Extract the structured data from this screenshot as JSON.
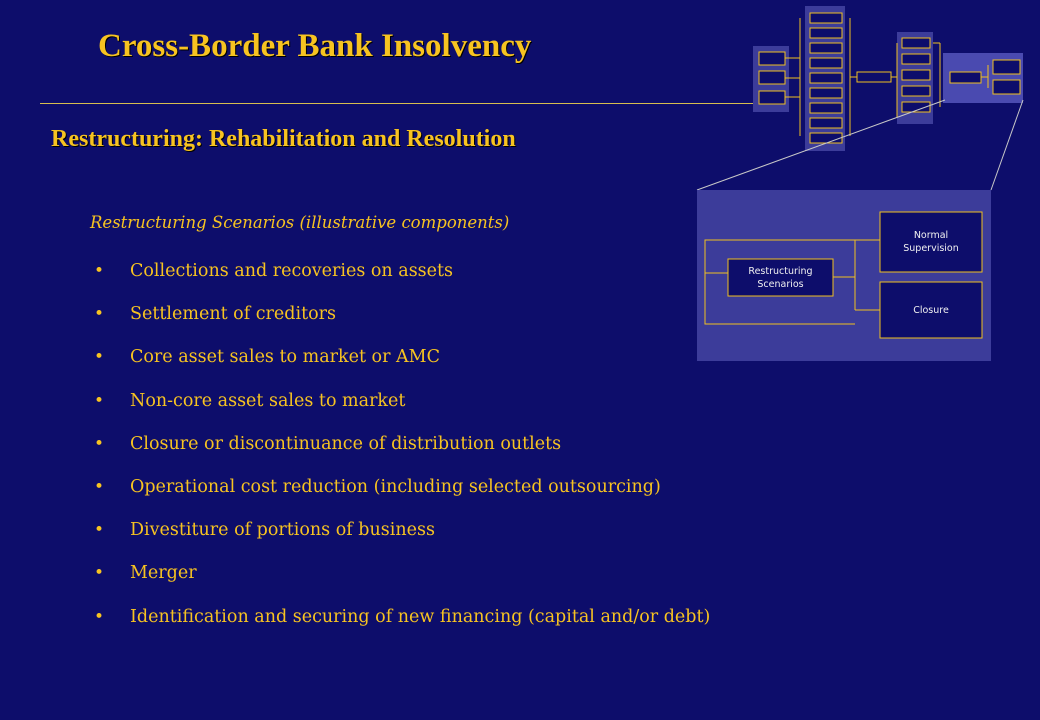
{
  "slide": {
    "title": "Cross-Border Bank Insolvency",
    "subtitle": "Restructuring: Rehabilitation and Resolution",
    "intro": "Restructuring Scenarios (illustrative components)",
    "bullets": [
      "Collections and recoveries on assets",
      "Settlement of creditors",
      "Core asset sales to market or AMC",
      "Non-core asset sales to market",
      "Closure or discontinuance of distribution outlets",
      "Operational cost reduction (including selected outsourcing)",
      "Divestiture of portions of business",
      "Merger",
      "Identification and securing of new financing (capital and/or debt)"
    ]
  },
  "diagram": {
    "source_node": [
      "Restructuring",
      "Scenarios"
    ],
    "top_node": [
      "Normal",
      "Supervision"
    ],
    "bottom_node": [
      "Closure"
    ]
  },
  "colors": {
    "background": "#0d0d6b",
    "accent": "#f7c321",
    "panel": "#3c3c9a"
  }
}
